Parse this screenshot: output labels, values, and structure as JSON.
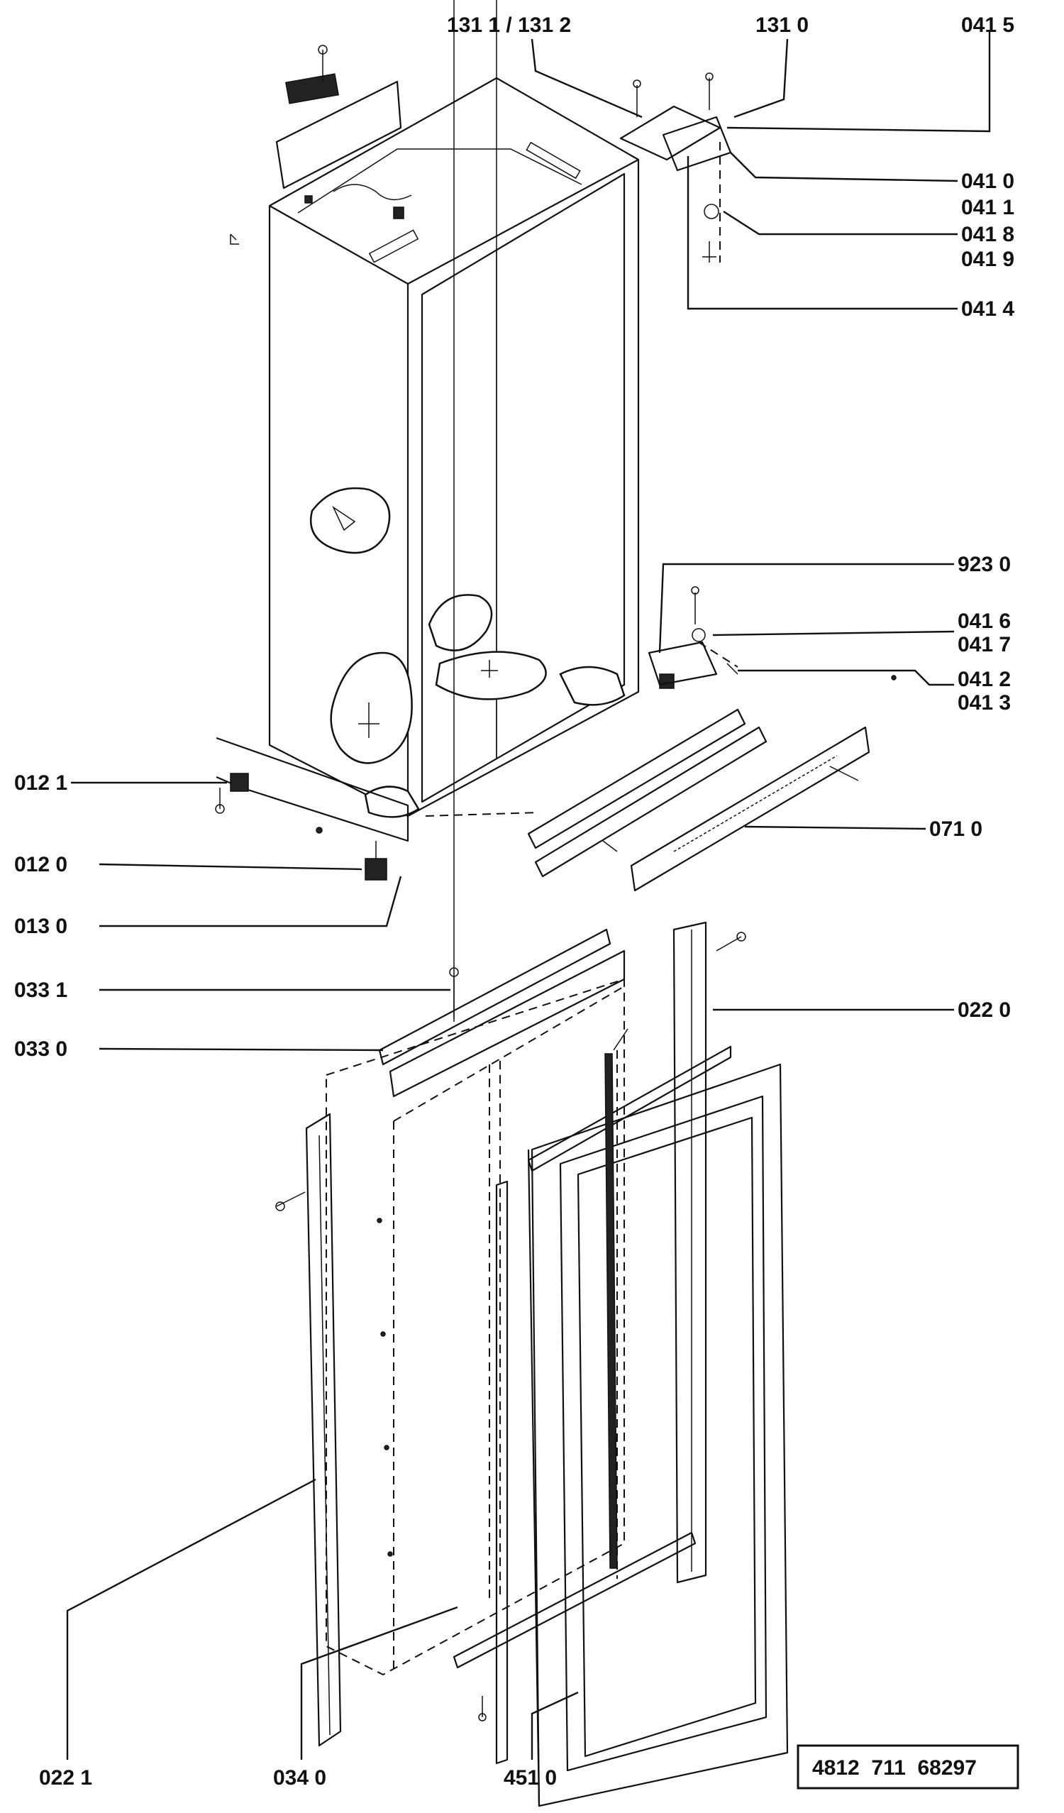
{
  "labels": {
    "l1311": "131 1 / 131 2",
    "l1310": "131 0",
    "l0415": "041 5",
    "l0410": "041 0",
    "l0411": "041 1",
    "l0418": "041 8",
    "l0419": "041 9",
    "l0414": "041 4",
    "l9230": "923 0",
    "l0416": "041 6",
    "l0417": "041 7",
    "l0412": "041 2",
    "l0413": "041 3",
    "l0121": "012 1",
    "l0710": "071 0",
    "l0120": "012 0",
    "l0130": "013 0",
    "l0331": "033 1",
    "l0220": "022 0",
    "l0330": "033 0",
    "l0221": "022 1",
    "l0340": "034 0",
    "l4510": "451 0"
  },
  "reference_code": "4812  711  68297"
}
